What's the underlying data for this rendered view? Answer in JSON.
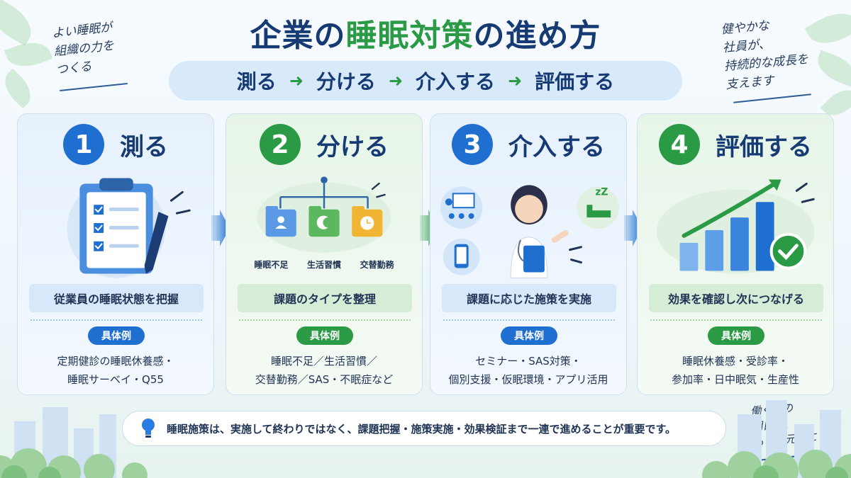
{
  "title": {
    "part1": "企業の",
    "part2": "睡眠対策",
    "part3": "の進め方"
  },
  "flow": [
    "測る",
    "分ける",
    "介入する",
    "評価する"
  ],
  "flow_arrow": "➜",
  "side_notes": {
    "top_left": [
      "よい睡眠が",
      "組織の力を",
      "つくる"
    ],
    "top_right": [
      "健やかな",
      "社員が、",
      "持続的な成長を",
      "支えます"
    ],
    "bottom_right": [
      "働く人の",
      "明日を、",
      "もっと元気に"
    ]
  },
  "steps": [
    {
      "number": "1",
      "title": "測る",
      "summary": "従業員の睡眠状態を把握",
      "badge": "具体例",
      "examples": [
        "定期健診の睡眠休養感・",
        "睡眠サーベイ・Q55"
      ]
    },
    {
      "number": "2",
      "title": "分ける",
      "summary": "課題のタイプを整理",
      "badge": "具体例",
      "examples": [
        "睡眠不足／生活習慣／",
        "交替勤務／SAS・不眠症など"
      ],
      "folders": [
        "睡眠不足",
        "生活習慣",
        "交替勤務"
      ]
    },
    {
      "number": "3",
      "title": "介入する",
      "summary": "課題に応じた施策を実施",
      "badge": "具体例",
      "examples": [
        "セミナー・SAS対策・",
        "個別支援・仮眠環境・アプリ活用"
      ]
    },
    {
      "number": "4",
      "title": "評価する",
      "summary": "効果を確認し次につなげる",
      "badge": "具体例",
      "examples": [
        "睡眠休養感・受診率・",
        "参加率・日中眠気・生産性"
      ]
    }
  ],
  "bottom_message": "睡眠施策は、実施して終わりではなく、課題把握・施策実施・効果検証まで一連で進めることが重要です。",
  "colors": {
    "navy": "#163a73",
    "blue": "#1f6fd1",
    "green": "#2a9a45"
  }
}
